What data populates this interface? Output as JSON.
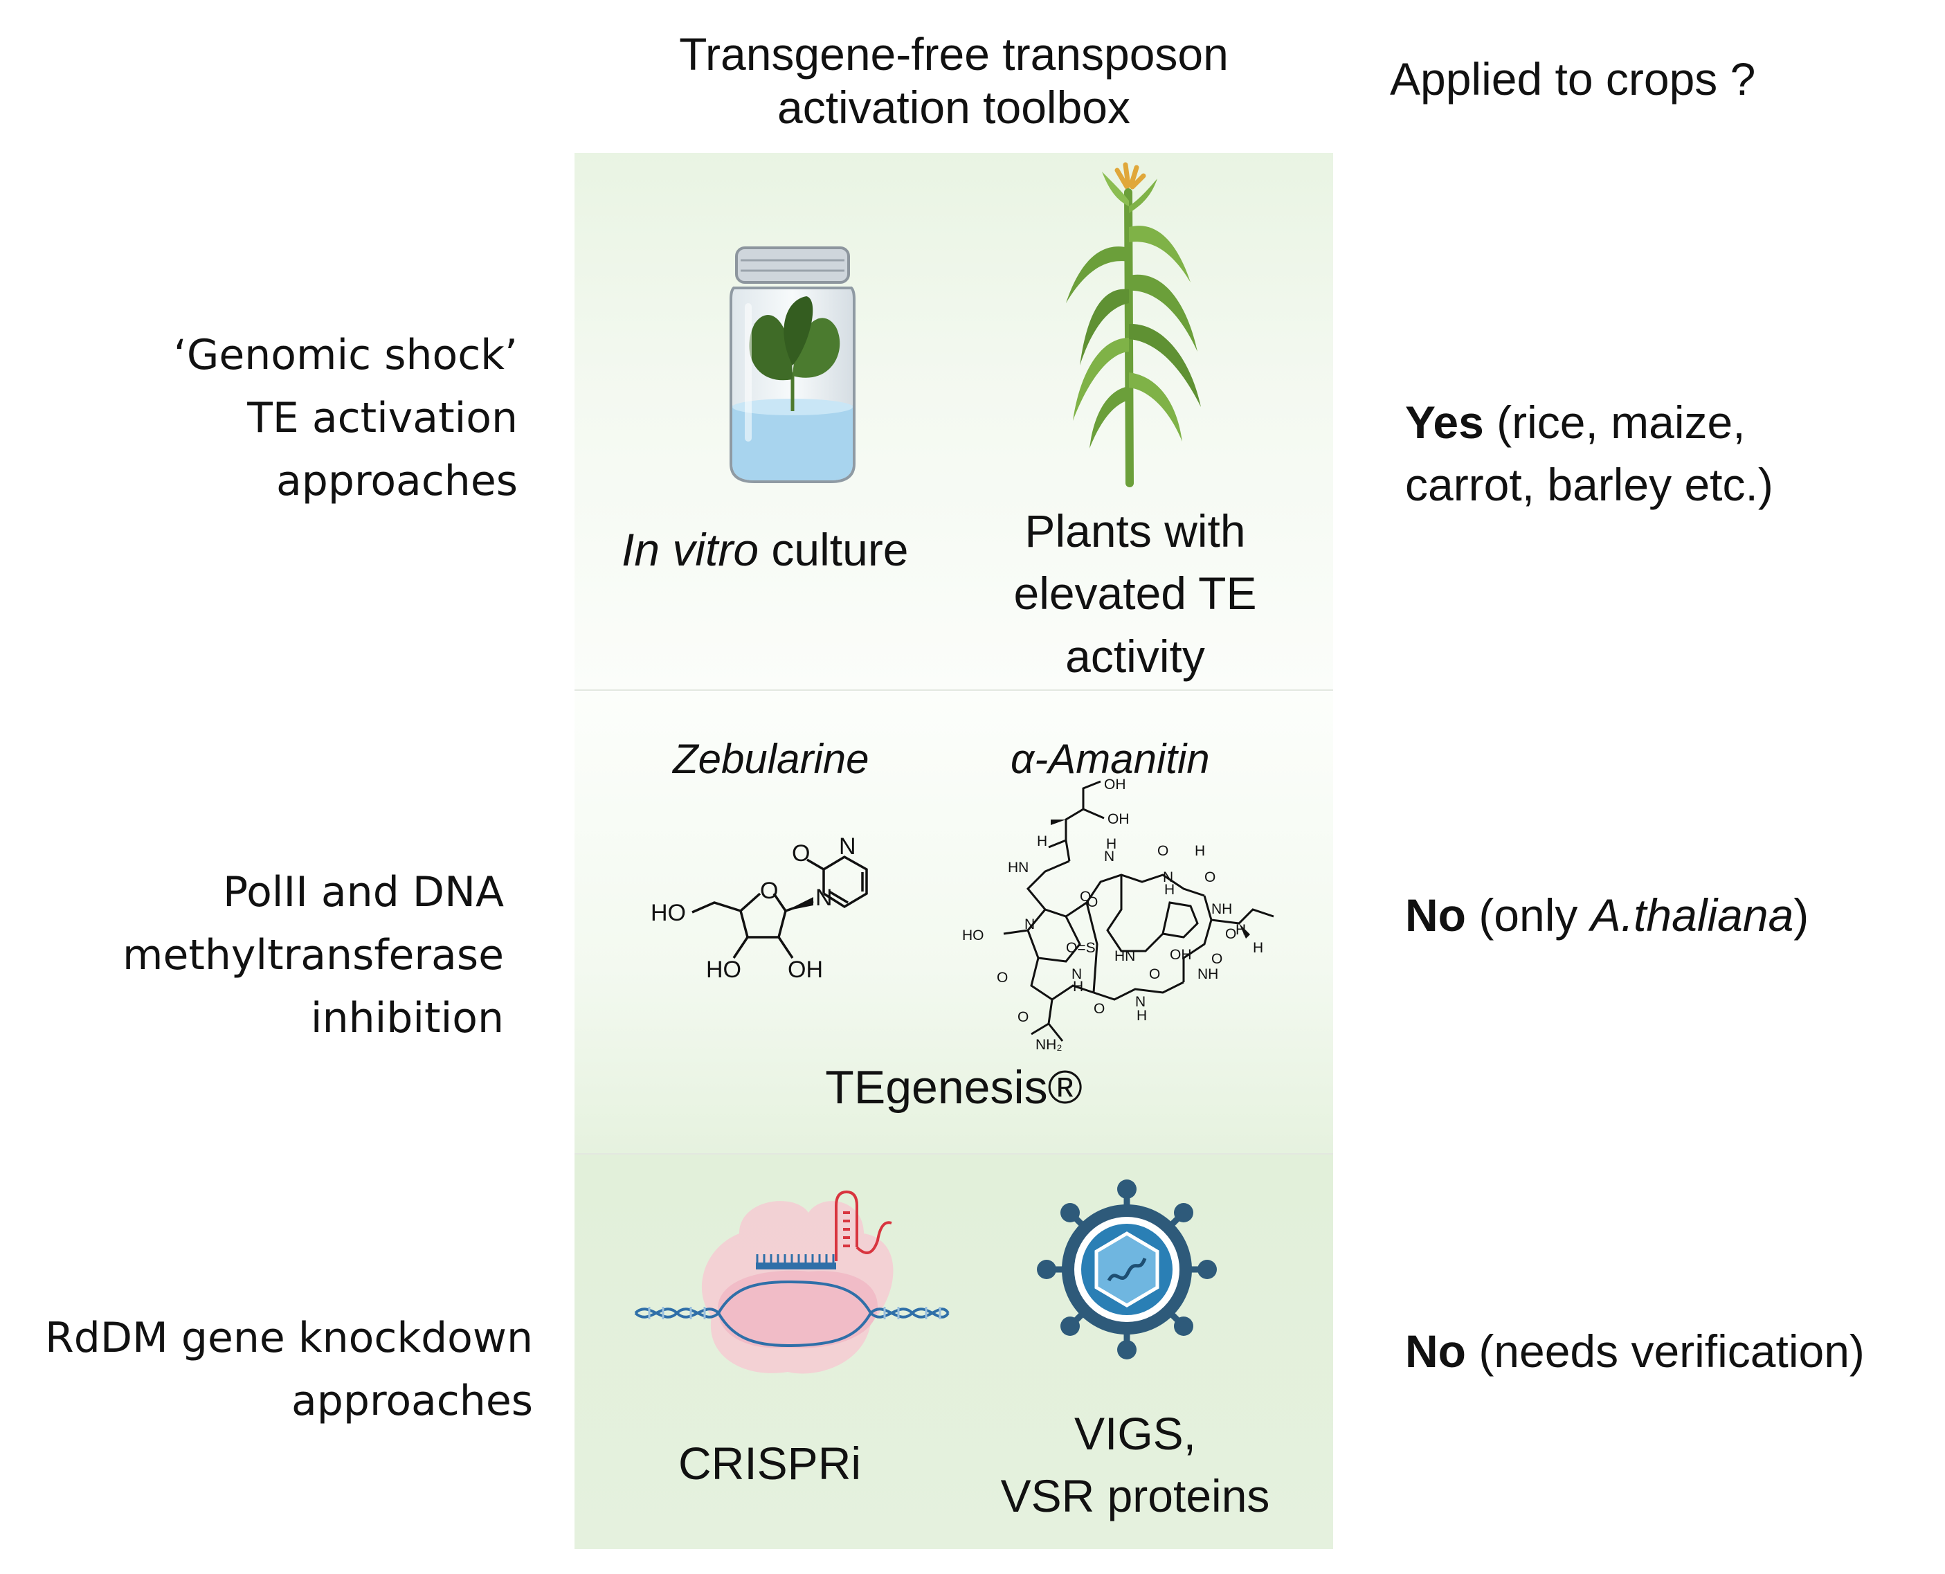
{
  "header": {
    "toolbox_line1": "Transgene-free transposon",
    "toolbox_line2": "activation toolbox",
    "applied": "Applied to crops ?"
  },
  "rows": [
    {
      "label_lines": [
        "‘Genomic shock’",
        "TE activation",
        "approaches"
      ],
      "items": [
        {
          "label_italic": "In vitro",
          "label_rest": " culture",
          "icon": "jar-plantlet-icon"
        },
        {
          "label_lines": [
            "Plants with",
            "elevated TE",
            "activity"
          ],
          "icon": "maize-plant-icon"
        }
      ],
      "answer_bold": "Yes",
      "answer_lines": [
        " (rice, maize,",
        "carrot, barley etc.)"
      ]
    },
    {
      "label_lines": [
        "PolII and DNA",
        "methyltransferase",
        "inhibition"
      ],
      "items": [
        {
          "label": "Zebularine",
          "icon": "zebularine-structure-icon",
          "atoms": {
            "o_ring": "O",
            "n1": "N",
            "o_carbonyl": "O",
            "n3": "N",
            "ho": "HO",
            "ho3": "HO",
            "oh2": "OH"
          }
        },
        {
          "label": "α-Amanitin",
          "icon": "amanitin-structure-icon",
          "atoms": {
            "oh_a": "OH",
            "oh_b": "OH",
            "h1": "H",
            "hn1": "HN",
            "o1": "O",
            "h2": "H",
            "n1": "N",
            "o2": "O",
            "n2": "N",
            "h3": "H",
            "o3": "O",
            "nh1": "NH",
            "ho1": "HO",
            "o4": "O",
            "s": "O=S",
            "hn2": "HN",
            "oh_c": "OH",
            "o5": "O",
            "h4": "H",
            "n3": "N",
            "o6": "O",
            "n4": "N",
            "h5": "H",
            "o7": "O",
            "nh2": "NH",
            "o8": "O",
            "n5": "N",
            "h6": "H",
            "o9": "O",
            "nh2_group": "NH₂",
            "h7": "H",
            "h8": "H"
          }
        }
      ],
      "brand": "TEgenesis®",
      "answer_bold": "No",
      "answer_pre": " (only ",
      "answer_italic": "A.thaliana",
      "answer_post": ")"
    },
    {
      "label_lines": [
        "RdDM gene knockdown",
        "approaches"
      ],
      "items": [
        {
          "label": "CRISPRi",
          "icon": "crispri-dna-icon"
        },
        {
          "label_lines": [
            "VIGS,",
            "VSR proteins"
          ],
          "icon": "virus-icon"
        }
      ],
      "answer_bold": "No",
      "answer_lines": [
        " (needs verification)"
      ]
    }
  ],
  "colors": {
    "panel_top": "#e9f4e3",
    "panel_bottom": "#e2f0da",
    "virus": "#2e5a7a",
    "virus_inner": "#2a7fb5",
    "crispr_blob": "#f6c9d2",
    "rna": "#d8353f",
    "dna": "#2f6fa8",
    "maize_leaf": "#6b9f3a",
    "jar_liquid": "#a8d4ee"
  }
}
